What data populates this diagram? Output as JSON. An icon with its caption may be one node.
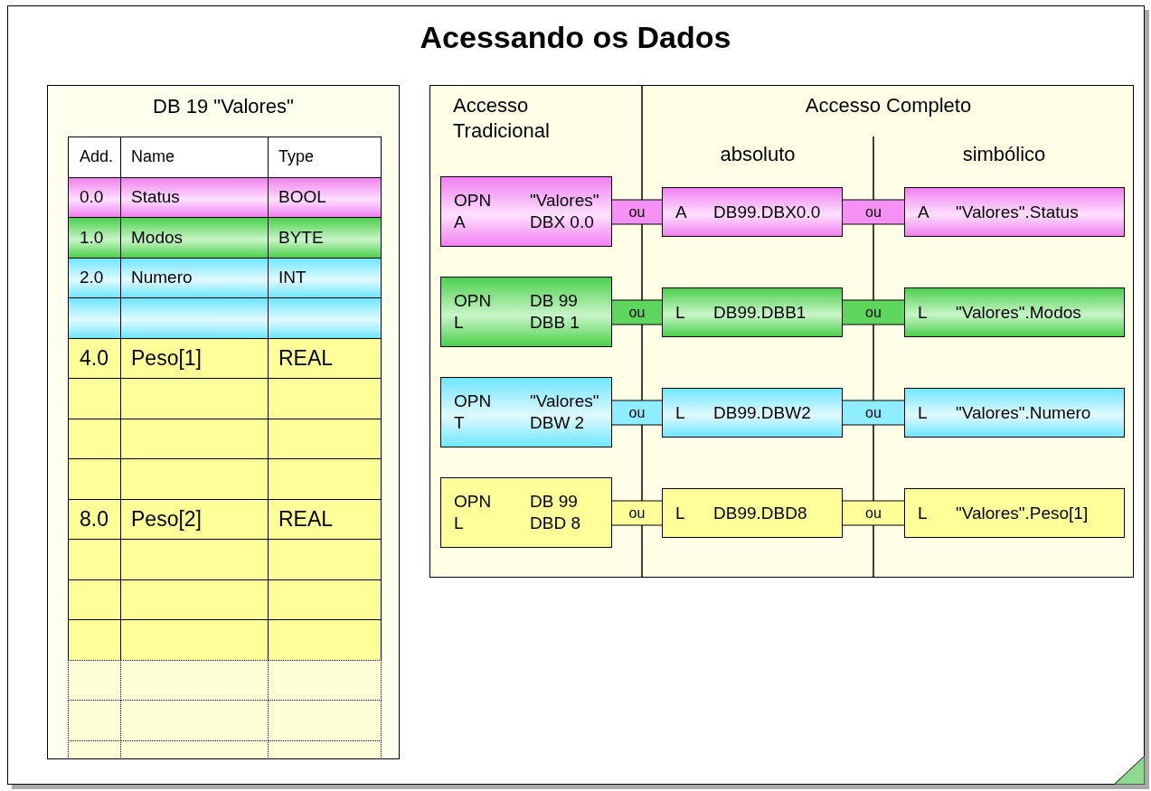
{
  "diagram": {
    "title": "Acessando os Dados",
    "nodes": [
      {
        "text": [
          "DB 19 \"Valores\""
        ]
      },
      {
        "text": [
          "Accesso Tradicional",
          "Accesso Completo",
          "absoluto",
          "simbólico"
        ]
      },
      {
        "text": [
          "OPN",
          "\"Valores\"",
          "A",
          "DBX 0.0"
        ],
        "in": 1
      },
      {
        "text": [
          "A",
          "DB99.DBX0.0"
        ],
        "in": 1
      },
      {
        "text": [
          "A",
          "\"Valores\".Status"
        ],
        "in": 1
      },
      {
        "text": [
          "OPN",
          "DB 99",
          "L",
          "DBB 1"
        ],
        "in": 1
      },
      {
        "text": [
          "L",
          "DB99.DBB1"
        ],
        "in": 1
      },
      {
        "text": [
          "L",
          "\"Valores\".Modos"
        ],
        "in": 1
      },
      {
        "text": [
          "OPN",
          "\"Valores\"",
          "T",
          "DBW 2"
        ],
        "in": 1
      },
      {
        "text": [
          "L",
          "DB99.DBW2"
        ],
        "in": 1
      },
      {
        "text": [
          "L",
          "\"Valores\".Numero"
        ],
        "in": 1
      },
      {
        "text": [
          "OPN",
          "DB 99",
          "L",
          "DBD 8"
        ],
        "in": 1
      },
      {
        "text": [
          "L",
          "DB99.DBD8"
        ],
        "in": 1
      },
      {
        "text": [
          "L",
          "\"Valores\".Peso[1]"
        ],
        "in": 1
      }
    ],
    "edges": [
      {
        "from": 2,
        "to": 3,
        "arrow": "none",
        "label": "ou",
        "color": "#f590f5"
      },
      {
        "from": 3,
        "to": 4,
        "arrow": "none",
        "label": "ou",
        "color": "#f590f5"
      },
      {
        "from": 5,
        "to": 6,
        "arrow": "none",
        "label": "ou",
        "color": "#5ed65e"
      },
      {
        "from": 6,
        "to": 7,
        "arrow": "none",
        "label": "ou",
        "color": "#5ed65e"
      },
      {
        "from": 8,
        "to": 9,
        "arrow": "none",
        "label": "ou",
        "color": "#8eeeff"
      },
      {
        "from": 9,
        "to": 10,
        "arrow": "none",
        "label": "ou",
        "color": "#8eeeff"
      },
      {
        "from": 11,
        "to": 12,
        "arrow": "none",
        "label": "ou",
        "color": "#ffff99"
      },
      {
        "from": 12,
        "to": 13,
        "arrow": "none",
        "label": "ou",
        "color": "#ffff99"
      }
    ],
    "labels": [
      "Add.",
      "Name",
      "Type",
      "0.0",
      "Status",
      "BOOL",
      "1.0",
      "Modos",
      "BYTE",
      "2.0",
      "Numero",
      "INT",
      "4.0",
      "Peso[1]",
      "REAL",
      "8.0",
      "Peso[2]",
      "REAL"
    ]
  }
}
